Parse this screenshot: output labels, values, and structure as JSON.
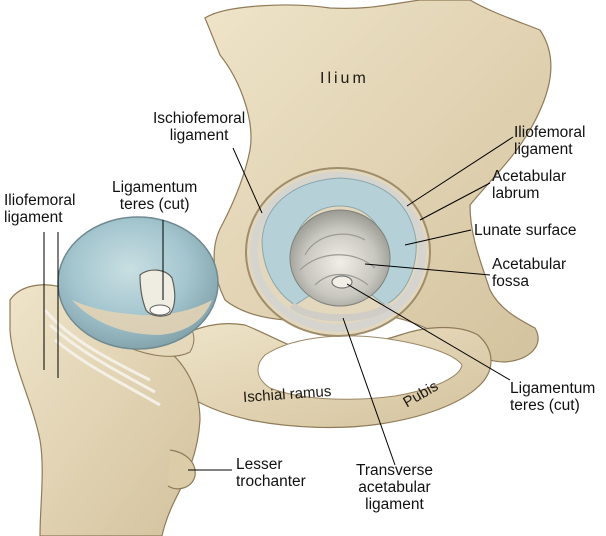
{
  "bone_labels": {
    "ilium": "Ilium",
    "ischial_ramus": "Ischial ramus",
    "pubis": "Pubis"
  },
  "labels": {
    "ischiofemoral": [
      "Ischiofemoral",
      "ligament"
    ],
    "iliofemoral_left": [
      "Iliofemoral",
      "ligament"
    ],
    "ligamentum_teres_left": [
      "Ligamentum",
      "teres (cut)"
    ],
    "iliofemoral_right": [
      "Iliofemoral",
      "ligament"
    ],
    "acetabular_labrum": [
      "Acetabular",
      "labrum"
    ],
    "lunate_surface": [
      "Lunate surface"
    ],
    "acetabular_fossa": [
      "Acetabular",
      "fossa"
    ],
    "ligamentum_teres_right": [
      "Ligamentum",
      "teres (cut)"
    ],
    "transverse_acetabular": [
      "Transverse",
      "acetabular",
      "ligament"
    ],
    "lesser_trochanter": [
      "Lesser",
      "trochanter"
    ]
  },
  "colors": {
    "bone": "#e8dcc0",
    "bone_shadow": "#b8a580",
    "cartilage": "#9fc3cc",
    "cartilage_light": "#c8dde0",
    "leader_line": "#000000"
  }
}
